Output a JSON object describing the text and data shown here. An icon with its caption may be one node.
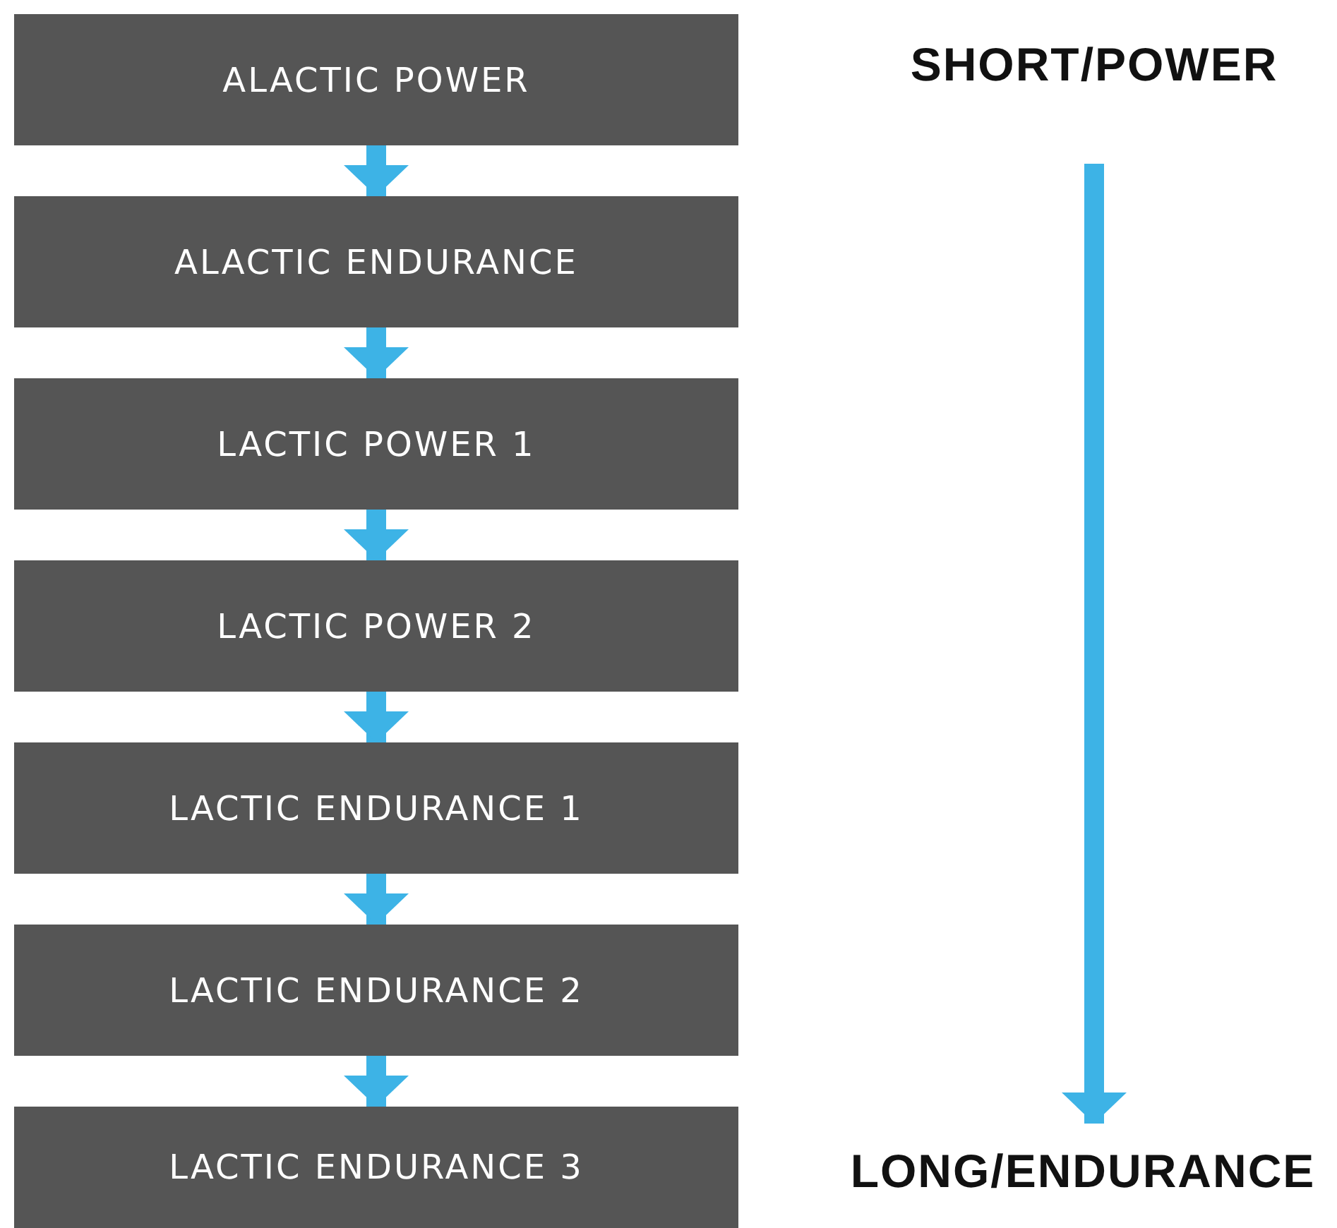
{
  "diagram": {
    "nodes": [
      {
        "text": [
          "ALACTIC POWER"
        ]
      },
      {
        "text": [
          "ALACTIC ENDURANCE"
        ]
      },
      {
        "text": [
          "LACTIC POWER 1"
        ]
      },
      {
        "text": [
          "LACTIC POWER 2"
        ]
      },
      {
        "text": [
          "LACTIC ENDURANCE 1"
        ]
      },
      {
        "text": [
          "LACTIC ENDURANCE 2"
        ]
      },
      {
        "text": [
          "LACTIC ENDURANCE 3"
        ]
      },
      {
        "text": [
          "SHORT/POWER"
        ]
      },
      {
        "text": [
          "LONG/ENDURANCE"
        ]
      }
    ],
    "edges": [
      {
        "from": 0,
        "to": 1,
        "arrow": "to"
      },
      {
        "from": 1,
        "to": 2,
        "arrow": "to"
      },
      {
        "from": 2,
        "to": 3,
        "arrow": "to"
      },
      {
        "from": 3,
        "to": 4,
        "arrow": "to"
      },
      {
        "from": 4,
        "to": 5,
        "arrow": "to"
      },
      {
        "from": 5,
        "to": 6,
        "arrow": "to"
      },
      {
        "from": 7,
        "to": 8,
        "arrow": "to"
      }
    ]
  }
}
